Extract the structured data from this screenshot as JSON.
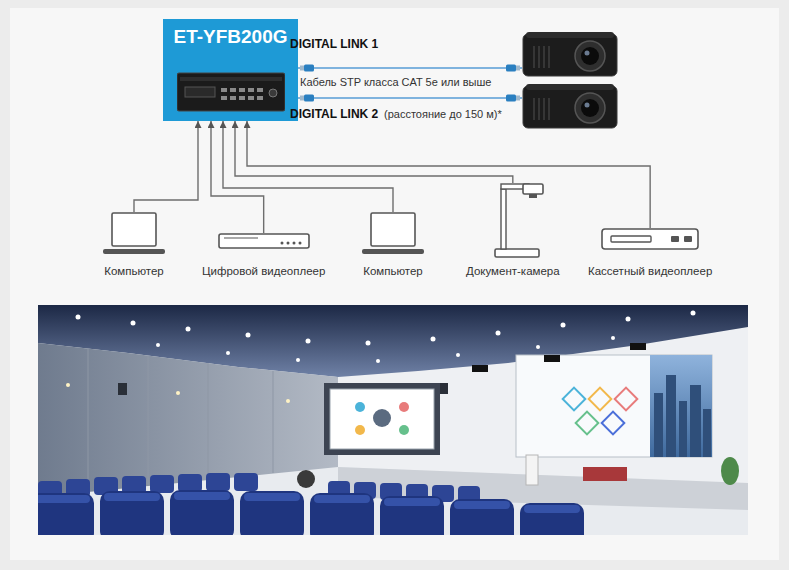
{
  "diagram": {
    "nodes": [
      {
        "text": [
          "ET-YFB200G"
        ]
      },
      {
        "text": []
      },
      {
        "text": []
      },
      {
        "text": [
          "Компьютер"
        ]
      },
      {
        "text": [
          "Цифровой видеоплеер"
        ]
      },
      {
        "text": [
          "Компьютер"
        ]
      },
      {
        "text": [
          "Документ-камера"
        ]
      },
      {
        "text": [
          "Кассетный видеоплеер"
        ]
      }
    ],
    "edges": [
      {
        "from": 0,
        "to": 1,
        "arrow": "none",
        "label": "DIGITAL LINK 1"
      },
      {
        "from": 0,
        "to": 2,
        "arrow": "none",
        "label": "DIGITAL LINK 2"
      },
      {
        "from": 3,
        "to": 0,
        "arrow": "to"
      },
      {
        "from": 4,
        "to": 0,
        "arrow": "to"
      },
      {
        "from": 5,
        "to": 0,
        "arrow": "to"
      },
      {
        "from": 6,
        "to": 0,
        "arrow": "to"
      },
      {
        "from": 7,
        "to": 0,
        "arrow": "to"
      }
    ],
    "labels": [
      "Кабель STP класса CAT 5e или выше",
      "(расстояние до 150 м)*"
    ]
  }
}
